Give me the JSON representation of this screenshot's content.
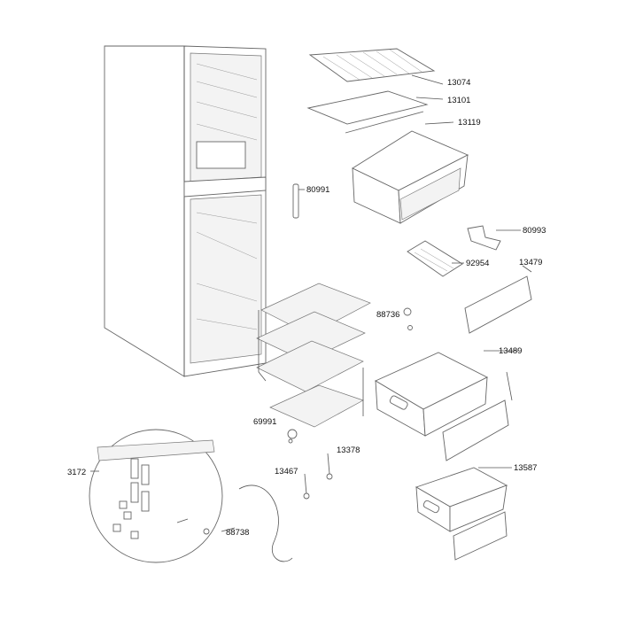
{
  "diagram": {
    "parts": [
      {
        "id": "p13074",
        "label": "13074"
      },
      {
        "id": "p13101",
        "label": "13101"
      },
      {
        "id": "p13119",
        "label": "13119"
      },
      {
        "id": "p80991",
        "label": "80991"
      },
      {
        "id": "p80993",
        "label": "80993"
      },
      {
        "id": "p92954",
        "label": "92954"
      },
      {
        "id": "p13479",
        "label": "13479"
      },
      {
        "id": "p88736",
        "label": "88736"
      },
      {
        "id": "p13489",
        "label": "13489"
      },
      {
        "id": "p69991",
        "label": "69991"
      },
      {
        "id": "p13378",
        "label": "13378"
      },
      {
        "id": "p3172",
        "label": "3172"
      },
      {
        "id": "p13467",
        "label": "13467"
      },
      {
        "id": "p13587",
        "label": "13587"
      },
      {
        "id": "p88738",
        "label": "88738"
      }
    ]
  }
}
